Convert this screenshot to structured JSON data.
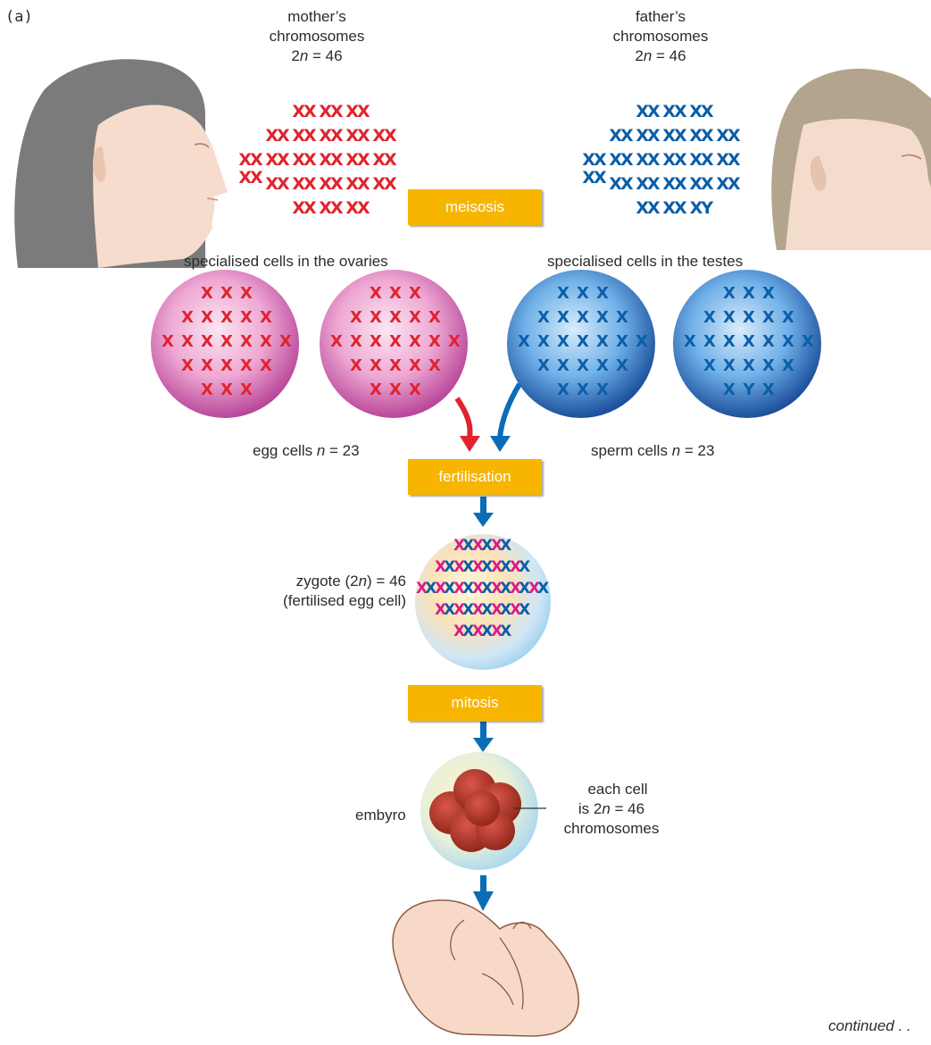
{
  "panel_label": "(a)",
  "mother": {
    "caption_line1": "mother’s",
    "caption_line2": "chromosomes",
    "caption_line3_prefix": "2",
    "caption_line3_italic": "n",
    "caption_line3_suffix": " = 46",
    "chromosome_rows": [
      3,
      5,
      7,
      5,
      3
    ],
    "color": "#e0232e"
  },
  "father": {
    "caption_line1": "father’s",
    "caption_line2": "chromosomes",
    "caption_line3_prefix": "2",
    "caption_line3_italic": "n",
    "caption_line3_suffix": " = 46",
    "chromosome_rows": [
      3,
      5,
      7,
      5,
      3
    ],
    "last_glyph": "XY",
    "color": "#0b5ea8"
  },
  "steps": {
    "meiosis": "meisosis",
    "fertilisation": "fertilisation",
    "mitosis": "mitosis"
  },
  "ovaries_label": "specialised cells in the ovaries",
  "testes_label": "specialised cells in the testes",
  "egg_cells": {
    "prefix": "egg cells ",
    "italic": "n",
    "suffix": " = 23"
  },
  "sperm_cells": {
    "prefix": "sperm cells ",
    "italic": "n",
    "suffix": " = 23"
  },
  "zygote": {
    "line1_prefix": "zygote (2",
    "line1_italic": "n",
    "line1_suffix": ") = 46",
    "line2": "(fertilised egg cell)"
  },
  "embryo_label": "embyro",
  "embryo_note": {
    "line1": "each cell",
    "line2_prefix": "is 2",
    "line2_italic": "n",
    "line2_suffix": " = 46",
    "line3": "chromosomes"
  },
  "footer": "continued . .",
  "colors": {
    "label_box": "#f7b500",
    "arrow_blue": "#0b6db5",
    "arrow_red": "#e0232e",
    "egg_cell": "#e38cc6",
    "sperm_cell": "#3f8fd8",
    "zygote_pink": "#d81b8a"
  }
}
